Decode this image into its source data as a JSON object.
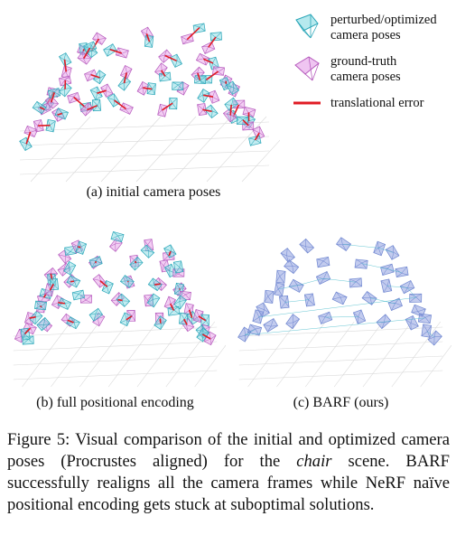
{
  "legend": {
    "perturbed_line1": "perturbed/optimized",
    "perturbed_line2": "camera poses",
    "gt_line1": "ground-truth",
    "gt_line2": "camera poses",
    "error": "translational error",
    "colors": {
      "perturbed": "#3fb8c8",
      "ground_truth": "#d27fd6",
      "error": "#e01b24",
      "barf": "#6f86d0"
    }
  },
  "panels": {
    "a_label": "(a) initial camera poses",
    "b_label": "(b) full positional encoding",
    "c_label": "(c) BARF (ours)"
  },
  "caption": {
    "prefix": "Figure 5:",
    "part1": " Visual comparison of the initial and optimized camera poses (Procrustes aligned) for the ",
    "italic": "chair",
    "part2": " scene. BARF successfully realigns all the camera frames while NeRF naïve positional encoding gets stuck at suboptimal solutions."
  }
}
